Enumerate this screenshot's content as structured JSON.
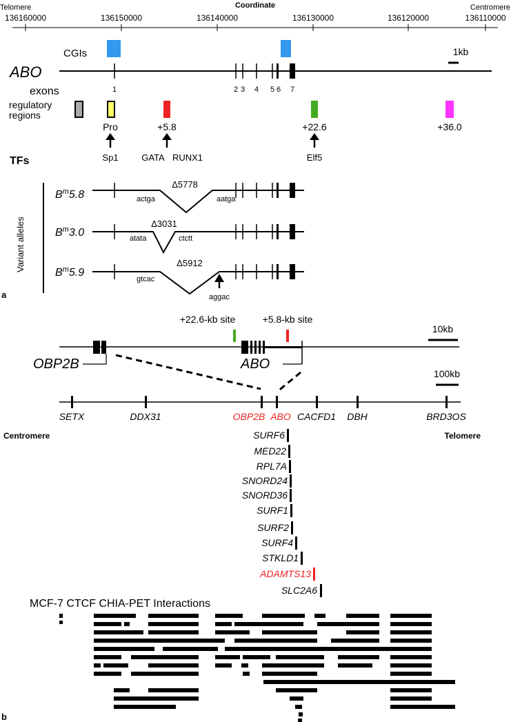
{
  "colors": {
    "cgi": "#3399ee",
    "red": "#ee2222",
    "green": "#44aa22",
    "magenta": "#ff33ff",
    "yellow": "#ffff66",
    "gray": "#aaaaaa",
    "black": "#000000"
  },
  "panel_a": {
    "axis": {
      "title": "Coordinate",
      "left_end_label": "Telomere",
      "right_end_label": "Centromere",
      "ticks": [
        "136160000",
        "136150000",
        "136140000",
        "136130000",
        "136120000",
        "136110000"
      ]
    },
    "cgis_label": "CGIs",
    "scale_label": "1kb",
    "gene_label": "ABO",
    "exons_label": "exons",
    "exon_numbers": [
      "1",
      "2",
      "3",
      "4",
      "5",
      "6",
      "7"
    ],
    "regulatory_label_1": "regulatory",
    "regulatory_label_2": "regions",
    "regulatory_regions": [
      "Pro",
      "+5.8",
      "+22.6",
      "+36.0"
    ],
    "tfs_label": "TFs",
    "tfs": [
      "Sp1",
      "GATA",
      "RUNX1",
      "Elf5"
    ],
    "variant_alleles_label": "Variant alleles",
    "alleles": [
      {
        "name_base": "B",
        "name_sup": "m",
        "name_num": "5.8",
        "deletion": "Δ5778",
        "left_seq": "actga",
        "right_seq": "aatga"
      },
      {
        "name_base": "B",
        "name_sup": "m",
        "name_num": "3.0",
        "deletion": "Δ3031",
        "left_seq": "atata",
        "right_seq": "ctctt"
      },
      {
        "name_base": "B",
        "name_sup": "m",
        "name_num": "5.9",
        "deletion": "Δ5912",
        "left_seq": "gtcac",
        "right_seq": "aggac"
      }
    ],
    "panel_letter": "a"
  },
  "panel_b": {
    "site_green_label": "+22.6-kb site",
    "site_red_label": "+5.8-kb site",
    "scale_10kb": "10kb",
    "scale_100kb": "100kb",
    "gene_left": "OBP2B",
    "gene_right": "ABO",
    "chrom_genes": [
      "SETX",
      "DDX31",
      "OBP2B",
      "ABO",
      "CACFD1",
      "DBH",
      "BRD3OS"
    ],
    "left_end_label": "Centromere",
    "right_end_label": "Telomere",
    "ladder_genes": [
      "SURF6",
      "MED22",
      "RPL7A",
      "SNORD24",
      "SNORD36",
      "SURF1",
      "SURF2",
      "SURF4",
      "STKLD1",
      "ADAMTS13",
      "SLC2A6"
    ],
    "chiapet_title": "MCF-7 CTCF CHIA-PET Interactions",
    "panel_letter": "b"
  }
}
